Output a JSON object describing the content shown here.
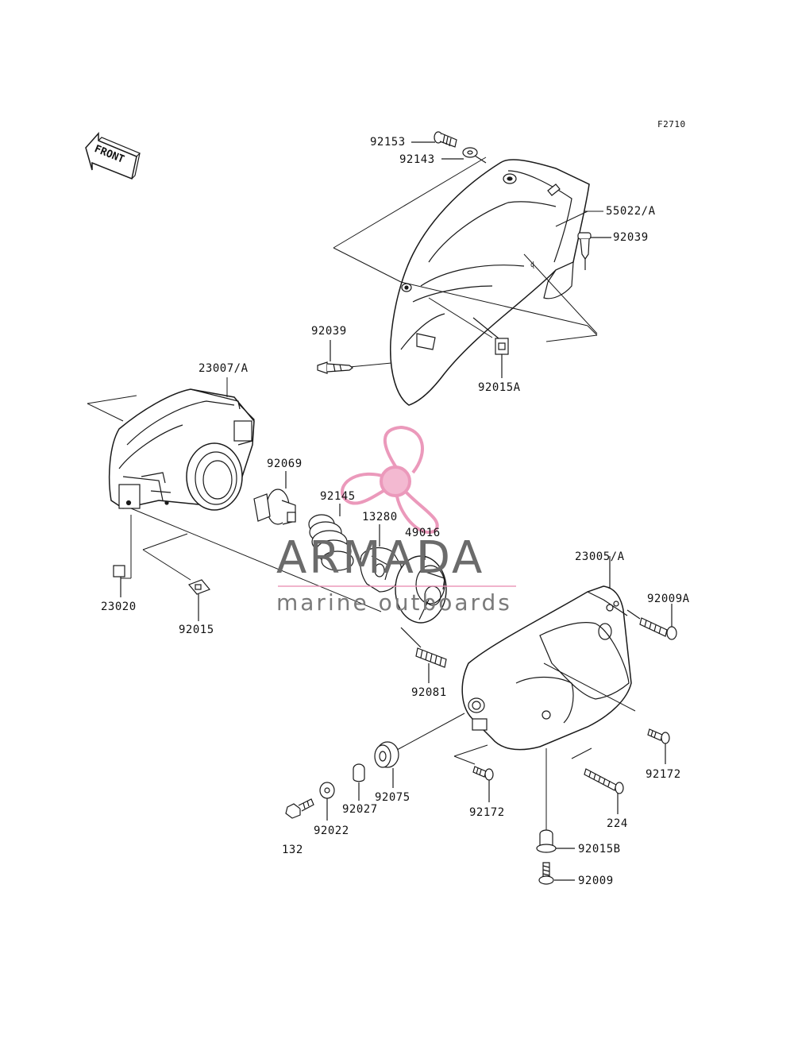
{
  "diagram": {
    "figure_code": "F2710",
    "front_label": "FRONT",
    "colors": {
      "line": "#1a1a1a",
      "watermark_pink": "#e98fb4",
      "watermark_gray": "#6b6b6b"
    },
    "parts": {
      "p92153": "92153",
      "p92143": "92143",
      "p55022A": "55022/A",
      "p92039_top": "92039",
      "p92039_left": "92039",
      "p92015A": "92015A",
      "p23007A": "23007/A",
      "p92069": "92069",
      "p92145": "92145",
      "p13280": "13280",
      "p49016": "49016",
      "p23005A": "23005/A",
      "p92009A": "92009A",
      "p23020": "23020",
      "p92015": "92015",
      "p92081": "92081",
      "p92172_right": "92172",
      "p92172_mid": "92172",
      "p224": "224",
      "p92075": "92075",
      "p92027": "92027",
      "p92022": "92022",
      "p132": "132",
      "p92015B": "92015B",
      "p92009": "92009"
    }
  },
  "watermark": {
    "brand": "ARMADA",
    "tagline": "marine outboards"
  }
}
